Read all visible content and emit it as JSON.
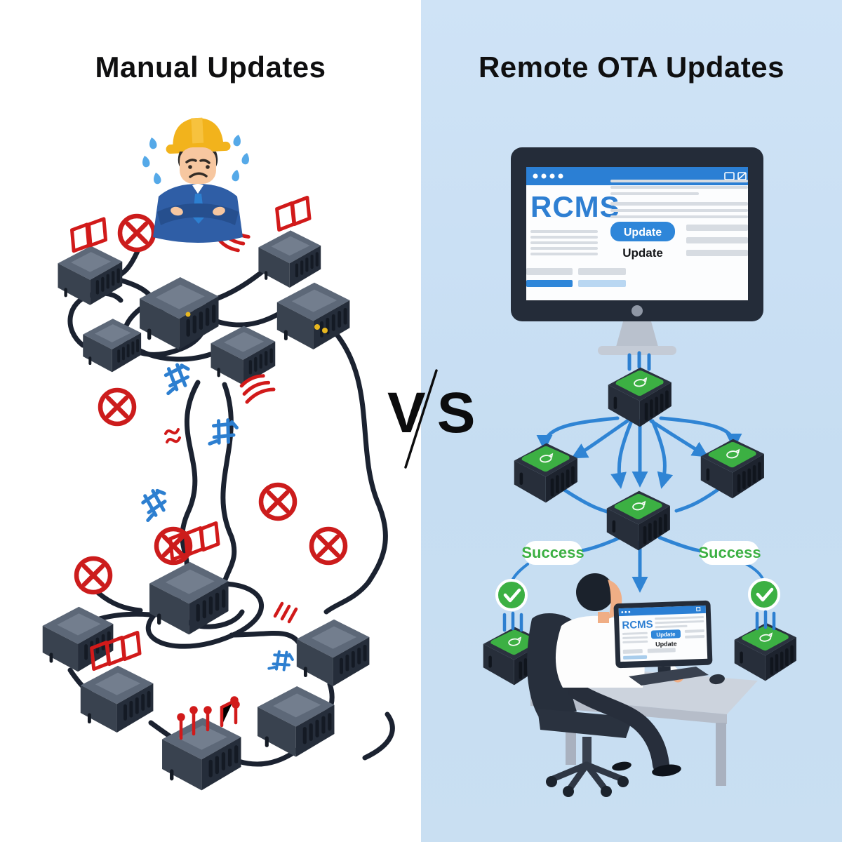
{
  "panels": {
    "left": {
      "title": "Manual Updates",
      "icons": {
        "worker": "frustrated-engineer-icon",
        "error": "red-cross-circle-icon",
        "broken_antenna": "broken-antenna-icon",
        "debris": "blue-debris-icon"
      }
    },
    "right": {
      "title": "Remote OTA Updates",
      "rcms_monitor": {
        "app_name": "RCMS",
        "update_button": "Update",
        "update_label": "Update"
      },
      "success_labels": [
        "Success",
        "Success"
      ],
      "operator_screen": {
        "app_name": "RCMS",
        "update_button": "Update",
        "update_label": "Update"
      },
      "icons": {
        "check": "check-icon",
        "ota_device": "ota-device-icon"
      }
    }
  },
  "divider": {
    "label": "VS"
  },
  "colors": {
    "left_bg": "#ffffff",
    "right_bg": "#c9def2",
    "accent_blue": "#2b7fd4",
    "arrow_blue": "#2f84d4",
    "success_green": "#3cb043",
    "error_red": "#cc1c1c",
    "device_dark": "#2a323f"
  }
}
